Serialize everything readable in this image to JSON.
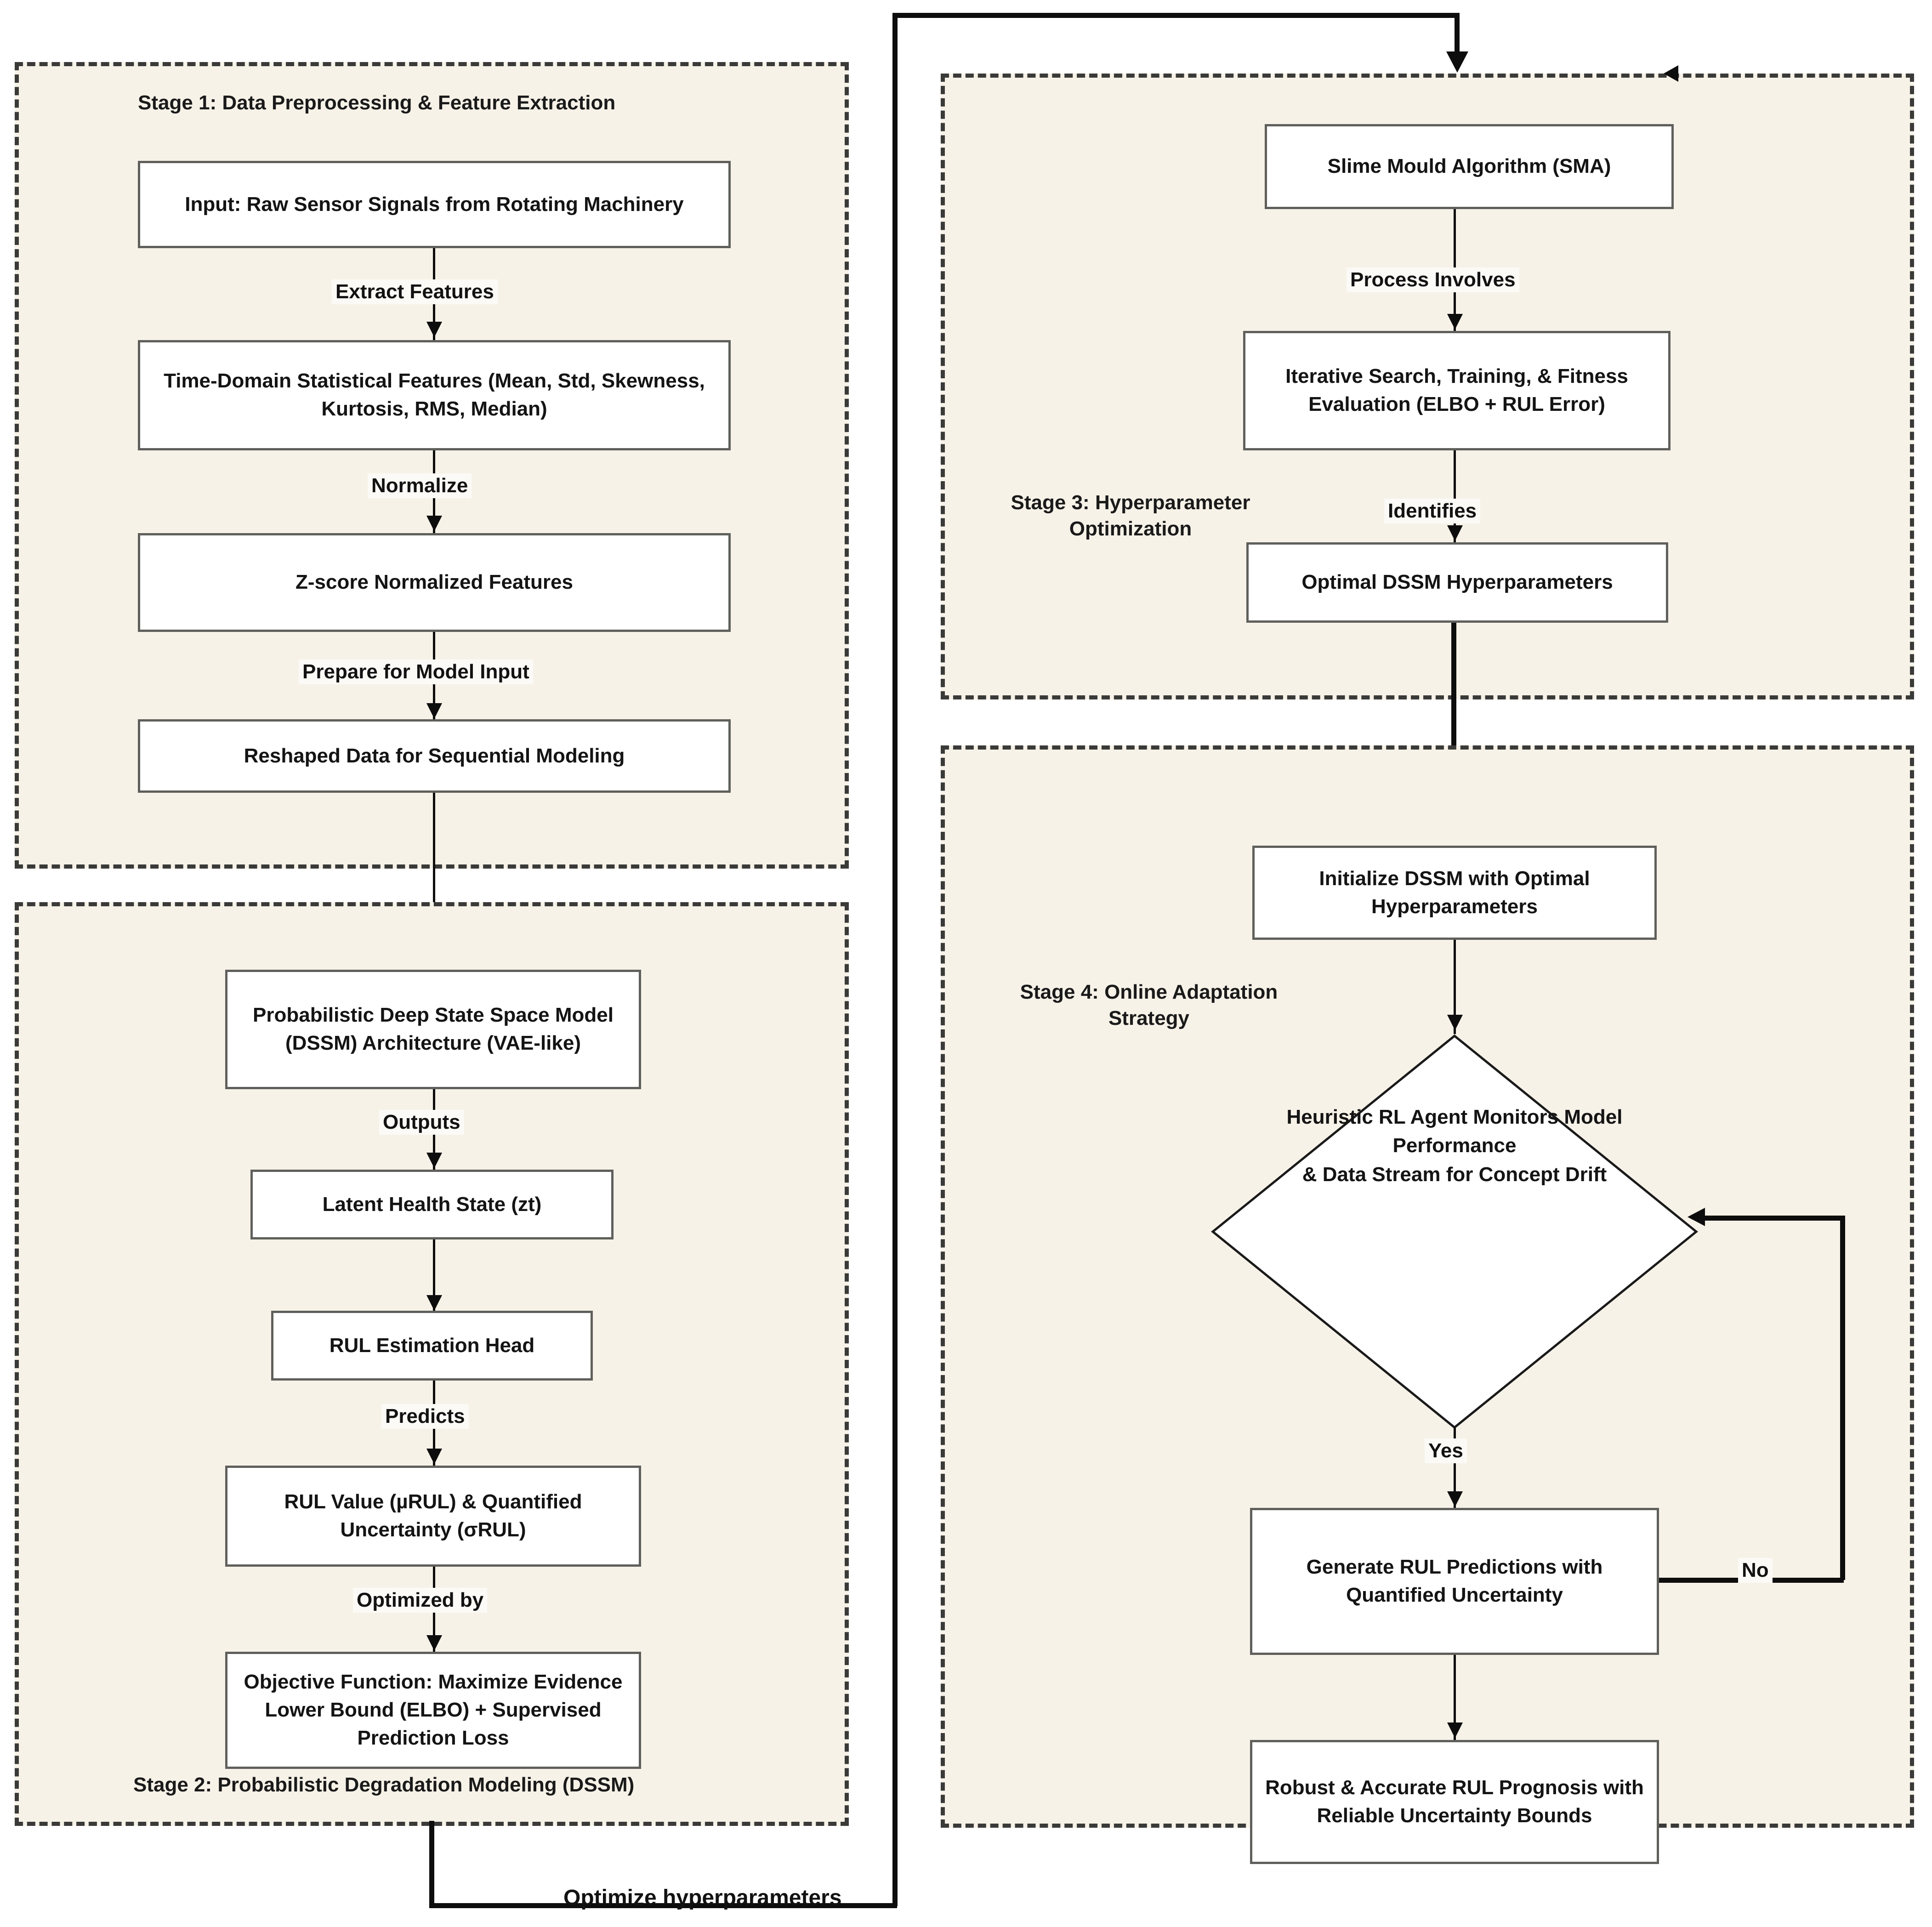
{
  "diagram": {
    "title": "Four-Stage RUL Prognosis Framework Flowchart",
    "colors": {
      "panel_fill": "#f7f2e8",
      "panel_border": "#3a3a38",
      "node_fill": "#ffffff",
      "node_border": "#5f5f5c",
      "connector": "#0d0d0d",
      "text": "#141414"
    }
  },
  "stages": {
    "stage1": {
      "label": "Stage 1: Data Preprocessing & Feature Extraction",
      "nodes": {
        "input": "Input: Raw Sensor Signals from Rotating Machinery",
        "time_domain": "Time-Domain Statistical Features (Mean, Std, Skewness, Kurtosis, RMS, Median)",
        "zscore": "Z-score Normalized Features",
        "reshaped": "Reshaped Data for Sequential Modeling"
      },
      "edges": {
        "extract": "Extract Features",
        "normalize": "Normalize",
        "prepare": "Prepare for Model Input"
      }
    },
    "stage2": {
      "label": "Stage 2: Probabilistic Degradation Modeling (DSSM)",
      "nodes": {
        "dssm_arch": "Probabilistic Deep State Space Model (DSSM) Architecture (VAE-like)",
        "latent": "Latent Health State (zt)",
        "rul_head": "RUL Estimation Head",
        "rul_value": "RUL Value (µRUL) & Quantified Uncertainty (σRUL)",
        "objective": "Objective Function: Maximize Evidence Lower Bound (ELBO) + Supervised Prediction Loss"
      },
      "edges": {
        "outputs": "Outputs",
        "predicts": "Predicts",
        "optimized_by": "Optimized by"
      }
    },
    "stage3": {
      "label": "Stage 3: Hyperparameter\nOptimization",
      "nodes": {
        "sma": "Slime Mould Algorithm (SMA)",
        "iterative": "Iterative Search, Training, & Fitness Evaluation (ELBO + RUL Error)",
        "optimal": "Optimal DSSM Hyperparameters"
      },
      "edges": {
        "process_involves": "Process Involves",
        "identifies": "Identifies"
      }
    },
    "stage4": {
      "label": "Stage 4: Online Adaptation\nStrategy",
      "nodes": {
        "initialize": "Initialize DSSM with Optimal Hyperparameters",
        "decision": "Heuristic RL Agent Monitors Model\nPerformance\n& Data Stream for Concept Drift",
        "generate": "Generate RUL Predictions with Quantified Uncertainty",
        "robust": "Robust & Accurate RUL Prognosis with Reliable Uncertainty Bounds"
      },
      "edges": {
        "yes": "Yes",
        "no": "No"
      }
    }
  },
  "global_edges": {
    "optimize_hyperparameters": "Optimize hyperparameters"
  }
}
